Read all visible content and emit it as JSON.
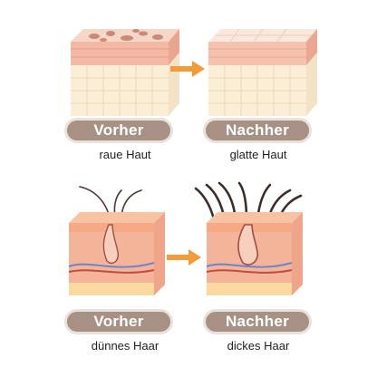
{
  "texture": {
    "before_label": "Vorher",
    "after_label": "Nachher",
    "before_caption": "raue Haut",
    "after_caption": "glatte Haut"
  },
  "hair": {
    "before_label": "Vorher",
    "after_label": "Nachher",
    "before_caption": "dünnes Haar",
    "after_caption": "dickes Haar"
  },
  "colors": {
    "pill": "#a69184",
    "arrow": "#f39a3b",
    "skin": "#f2b79a"
  }
}
